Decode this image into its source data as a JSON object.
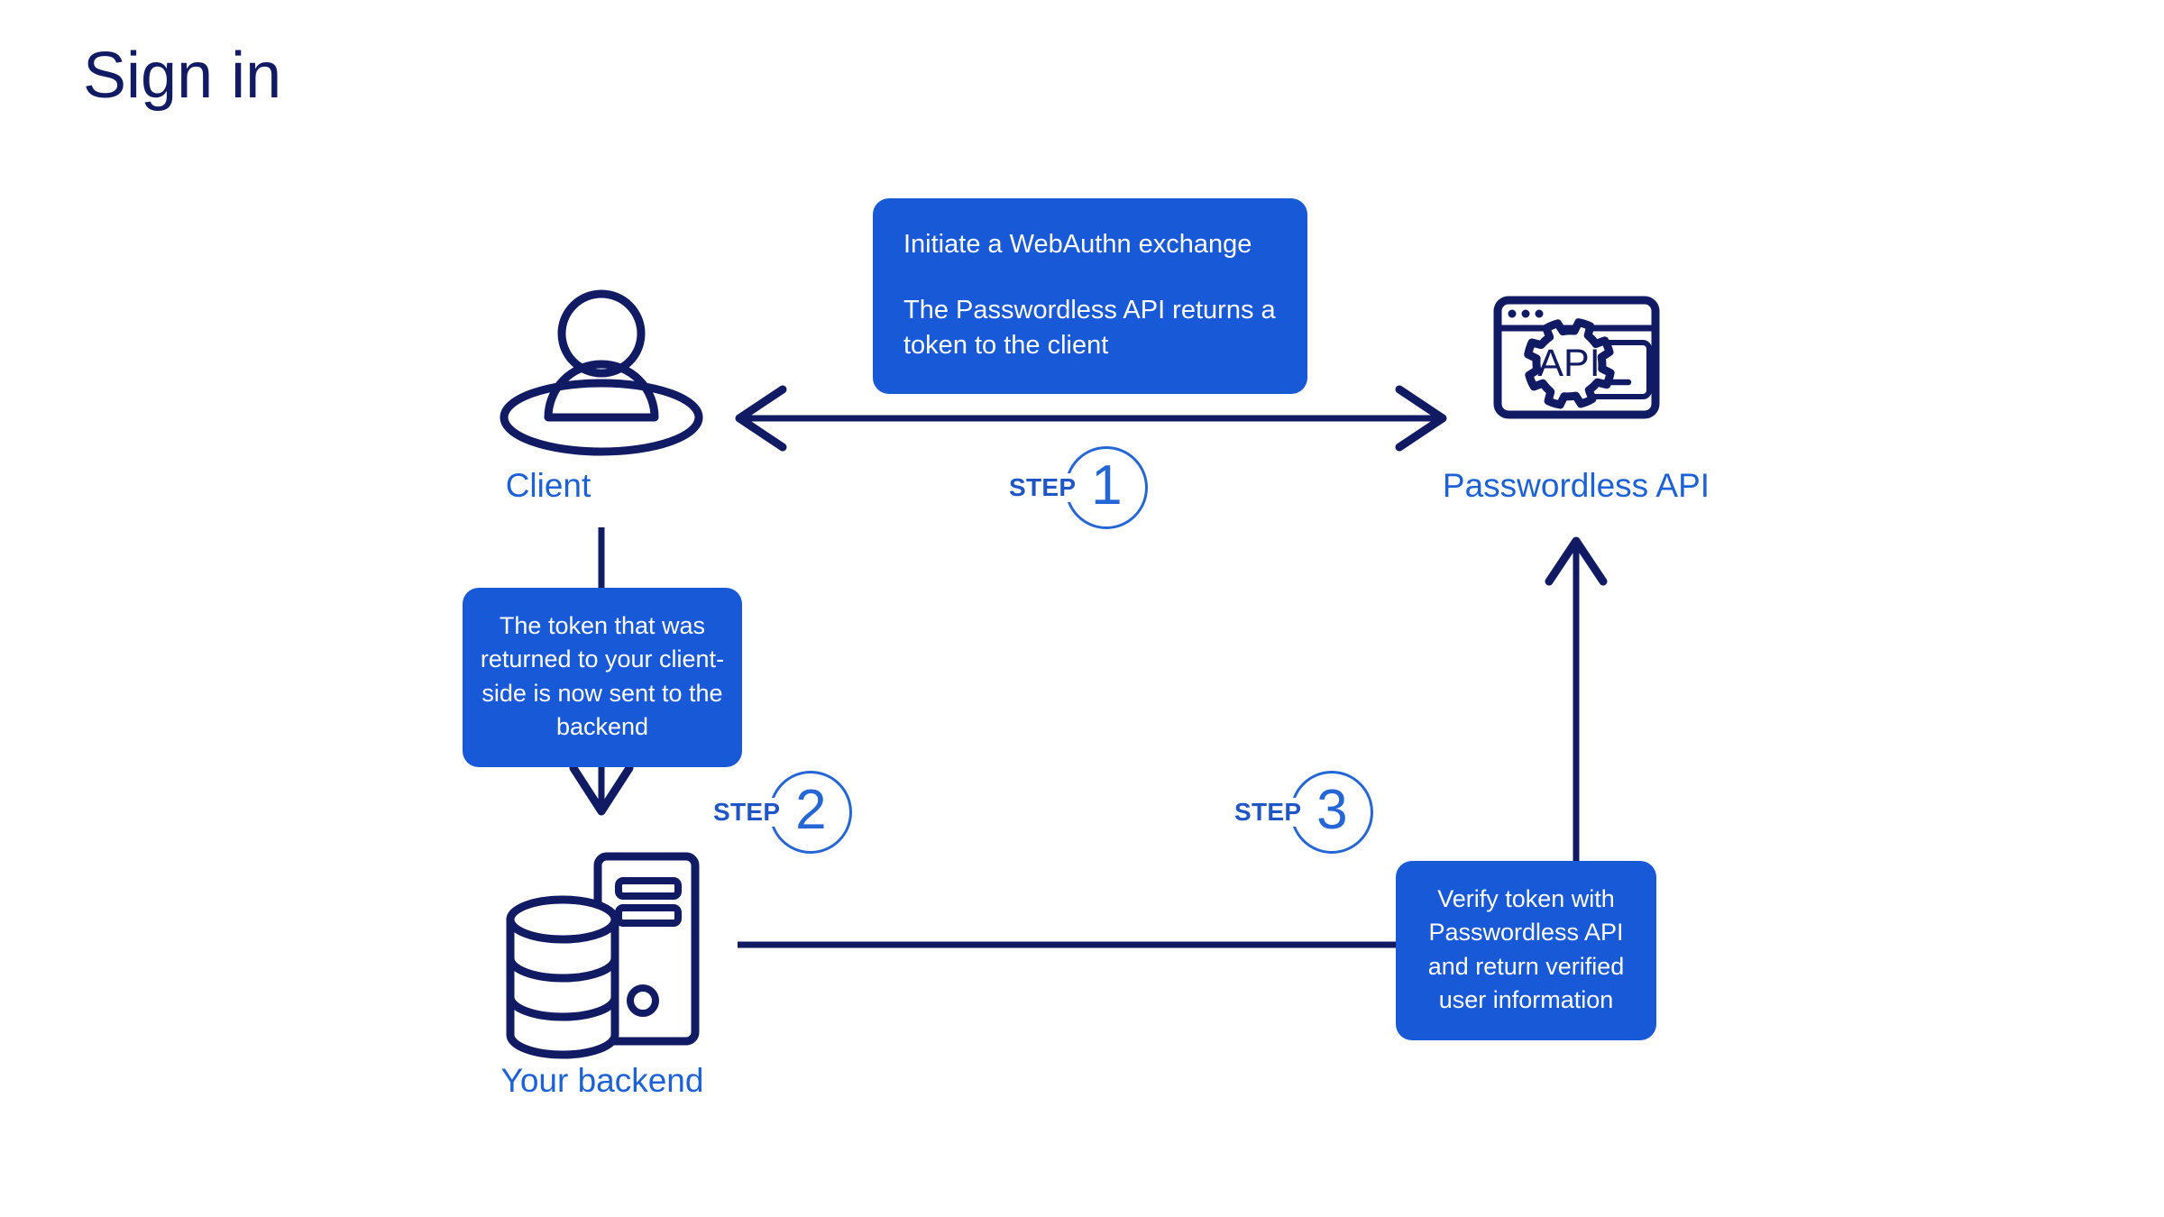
{
  "page": {
    "title": "Sign in",
    "background": "#ffffff"
  },
  "colors": {
    "navy": "#111b63",
    "callout_blue": "#1859d8",
    "label_blue": "#1c62d6",
    "step_blue": "#2566d6",
    "icon_stroke": "#111b63"
  },
  "nodes": {
    "client": {
      "label": "Client",
      "icon": "user-avatar-icon"
    },
    "api": {
      "label": "Passwordless API",
      "icon": "api-terminal-gear-icon",
      "gear_text": "API",
      "terminal_prompt": ">_"
    },
    "backend": {
      "label": "Your backend",
      "icon": "database-server-icon"
    }
  },
  "callouts": [
    {
      "id": "callout-1",
      "lines": [
        "Initiate a WebAuthn exchange",
        "The Passwordless API returns a token to the client"
      ]
    },
    {
      "id": "callout-2",
      "text": "The token that was returned to your client-side is now sent to the backend"
    },
    {
      "id": "callout-3",
      "text": "Verify token with Passwordless API and return verified user information"
    }
  ],
  "steps": [
    {
      "word": "STEP",
      "number": "1"
    },
    {
      "word": "STEP",
      "number": "2"
    },
    {
      "word": "STEP",
      "number": "3"
    }
  ],
  "connectors": [
    {
      "name": "client-api-bidirectional-arrow",
      "from": "client",
      "to": "api",
      "heads": "both",
      "orientation": "horizontal"
    },
    {
      "name": "client-backend-arrow",
      "from": "client",
      "to": "backend",
      "heads": "end",
      "orientation": "vertical-down"
    },
    {
      "name": "backend-api-return-arrow",
      "from": "backend",
      "to": "api",
      "heads": "end",
      "orientation": "elbow-up"
    }
  ]
}
